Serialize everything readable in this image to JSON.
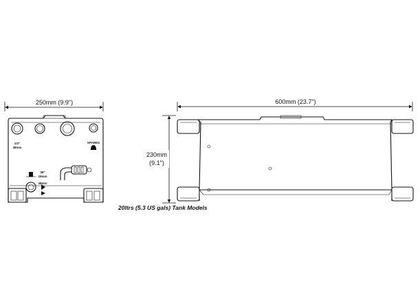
{
  "front_view": {
    "width_label": "250mm  (9.9\")",
    "port_label_left_1": "1/2\"",
    "port_label_left_2": "38mm",
    "port_label_right_1": "SPARES",
    "port_label_mid_1": "38\"",
    "port_label_mid_2": "19mm",
    "port_label_low": "38mm"
  },
  "side_view": {
    "width_label": "600mm (23.7\")",
    "height_label_line1": "230mm",
    "height_label_line2": "(9.1\")"
  },
  "caption": "20ltrs (5.3 US gals) Tank Models"
}
